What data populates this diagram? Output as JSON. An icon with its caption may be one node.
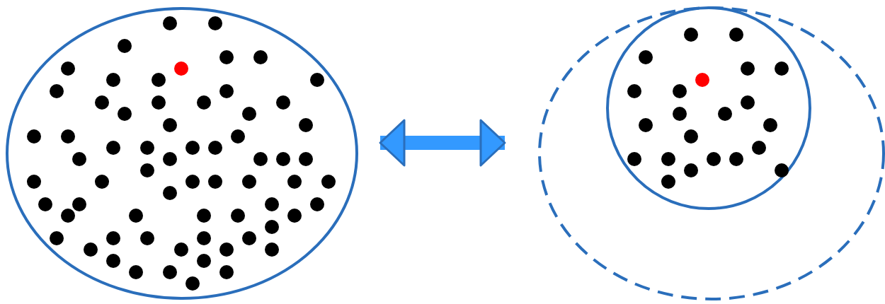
{
  "diagram": {
    "nodes": [
      {
        "text": [],
        "shape": "circle"
      },
      {
        "text": [],
        "shape": "circle"
      },
      {
        "text": [],
        "shape": "circle",
        "in": 1
      }
    ],
    "edges": [
      {
        "from": 0,
        "to": 1,
        "arrow": "both"
      }
    ]
  }
}
